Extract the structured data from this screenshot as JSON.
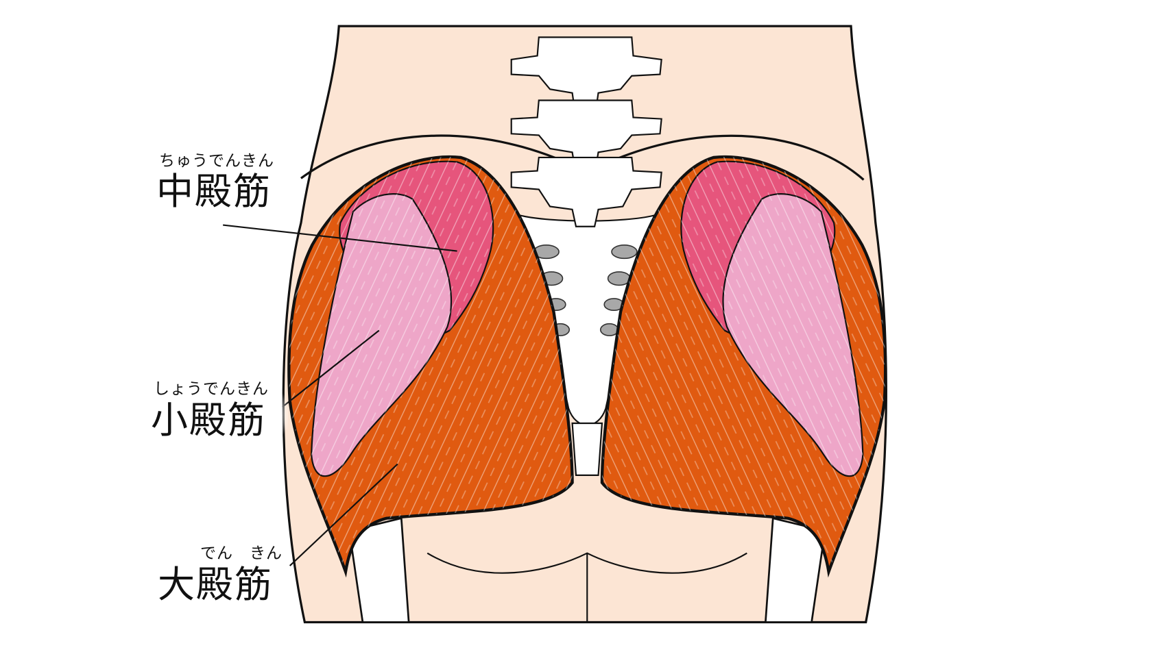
{
  "labels": {
    "gluteus_medius": {
      "kanji": "中殿筋",
      "furigana": "ちゅうでんきん"
    },
    "gluteus_minimus": {
      "kanji": "小殿筋",
      "furigana": "しょうでんきん"
    },
    "gluteus_maximus": {
      "kanji": "大殿筋",
      "furigana": "でん　きん"
    }
  },
  "colors": {
    "skin": "#fce5d4",
    "gluteus_maximus": "#e05a10",
    "gluteus_medius": "#e6557c",
    "gluteus_minimus": "#eea6c8",
    "bone": "#ffffff",
    "foramen": "#a8a8a8",
    "outline": "#111111"
  }
}
